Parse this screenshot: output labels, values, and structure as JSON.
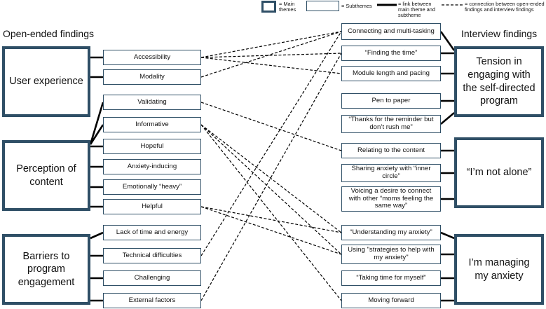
{
  "legend": {
    "main_label": "= Main themes",
    "sub_label": "= Subthemes",
    "solid_label": "= link between main theme and subtheme",
    "dashed_label": "= connection between open-ended findings and interview findings"
  },
  "headers": {
    "left": "Open-ended findings",
    "right": "Interview findings"
  },
  "left_main": [
    {
      "id": "user-experience",
      "label": "User experience"
    },
    {
      "id": "perception-of-content",
      "label": "Perception of content"
    },
    {
      "id": "barriers",
      "label": "Barriers to program engagement"
    }
  ],
  "left_sub": [
    {
      "id": "accessibility",
      "label": "Accessibility"
    },
    {
      "id": "modality",
      "label": "Modality"
    },
    {
      "id": "validating",
      "label": "Validating"
    },
    {
      "id": "informative",
      "label": "Informative"
    },
    {
      "id": "hopeful",
      "label": "Hopeful"
    },
    {
      "id": "anxiety-inducing",
      "label": "Anxiety-inducing"
    },
    {
      "id": "emotionally-heavy",
      "label": "Emotionally “heavy”"
    },
    {
      "id": "helpful",
      "label": "Helpful"
    },
    {
      "id": "lack-of-time",
      "label": "Lack of time and energy"
    },
    {
      "id": "technical",
      "label": "Technical difficulties"
    },
    {
      "id": "challenging",
      "label": "Challenging"
    },
    {
      "id": "external",
      "label": "External factors"
    }
  ],
  "right_main": [
    {
      "id": "tension",
      "label": "Tension in engaging with the self-directed program"
    },
    {
      "id": "not-alone",
      "label": "“I’m not alone”"
    },
    {
      "id": "managing",
      "label": "I’m managing my anxiety"
    }
  ],
  "right_sub": [
    {
      "id": "multitasking",
      "label": "Connecting and multi-tasking"
    },
    {
      "id": "finding-time",
      "label": "“Finding the time”"
    },
    {
      "id": "module-length",
      "label": "Module length and pacing"
    },
    {
      "id": "pen-to-paper",
      "label": "Pen to paper"
    },
    {
      "id": "thanks-reminder",
      "label": "“Thanks for the reminder but don’t rush me”"
    },
    {
      "id": "relating",
      "label": "Relating to the content"
    },
    {
      "id": "inner-circle",
      "label": "Sharing anxiety with “inner circle”"
    },
    {
      "id": "moms",
      "label": "Voicing a desire to connect with other “moms feeling the same way”"
    },
    {
      "id": "understanding",
      "label": "“Understanding my anxiety”"
    },
    {
      "id": "strategies",
      "label": "Using \"strategies to help with my anxiety\""
    },
    {
      "id": "taking-time",
      "label": "“Taking time for myself”"
    },
    {
      "id": "moving-forward",
      "label": "Moving forward"
    }
  ],
  "main_links": [
    [
      "user-experience",
      "accessibility"
    ],
    [
      "user-experience",
      "modality"
    ],
    [
      "perception-of-content",
      "validating"
    ],
    [
      "perception-of-content",
      "informative"
    ],
    [
      "perception-of-content",
      "hopeful"
    ],
    [
      "perception-of-content",
      "anxiety-inducing"
    ],
    [
      "perception-of-content",
      "emotionally-heavy"
    ],
    [
      "perception-of-content",
      "helpful"
    ],
    [
      "barriers",
      "lack-of-time"
    ],
    [
      "barriers",
      "technical"
    ],
    [
      "barriers",
      "challenging"
    ],
    [
      "barriers",
      "external"
    ],
    [
      "tension",
      "multitasking"
    ],
    [
      "tension",
      "finding-time"
    ],
    [
      "tension",
      "module-length"
    ],
    [
      "tension",
      "pen-to-paper"
    ],
    [
      "tension",
      "thanks-reminder"
    ],
    [
      "not-alone",
      "relating"
    ],
    [
      "not-alone",
      "inner-circle"
    ],
    [
      "not-alone",
      "moms"
    ],
    [
      "managing",
      "understanding"
    ],
    [
      "managing",
      "strategies"
    ],
    [
      "managing",
      "taking-time"
    ],
    [
      "managing",
      "moving-forward"
    ]
  ],
  "cross_links": [
    [
      "accessibility",
      "multitasking"
    ],
    [
      "accessibility",
      "finding-time"
    ],
    [
      "accessibility",
      "module-length"
    ],
    [
      "modality",
      "multitasking"
    ],
    [
      "validating",
      "relating"
    ],
    [
      "informative",
      "understanding"
    ],
    [
      "informative",
      "strategies"
    ],
    [
      "informative",
      "moving-forward"
    ],
    [
      "helpful",
      "understanding"
    ],
    [
      "helpful",
      "strategies"
    ],
    [
      "technical",
      "multitasking"
    ],
    [
      "external",
      "finding-time"
    ]
  ]
}
